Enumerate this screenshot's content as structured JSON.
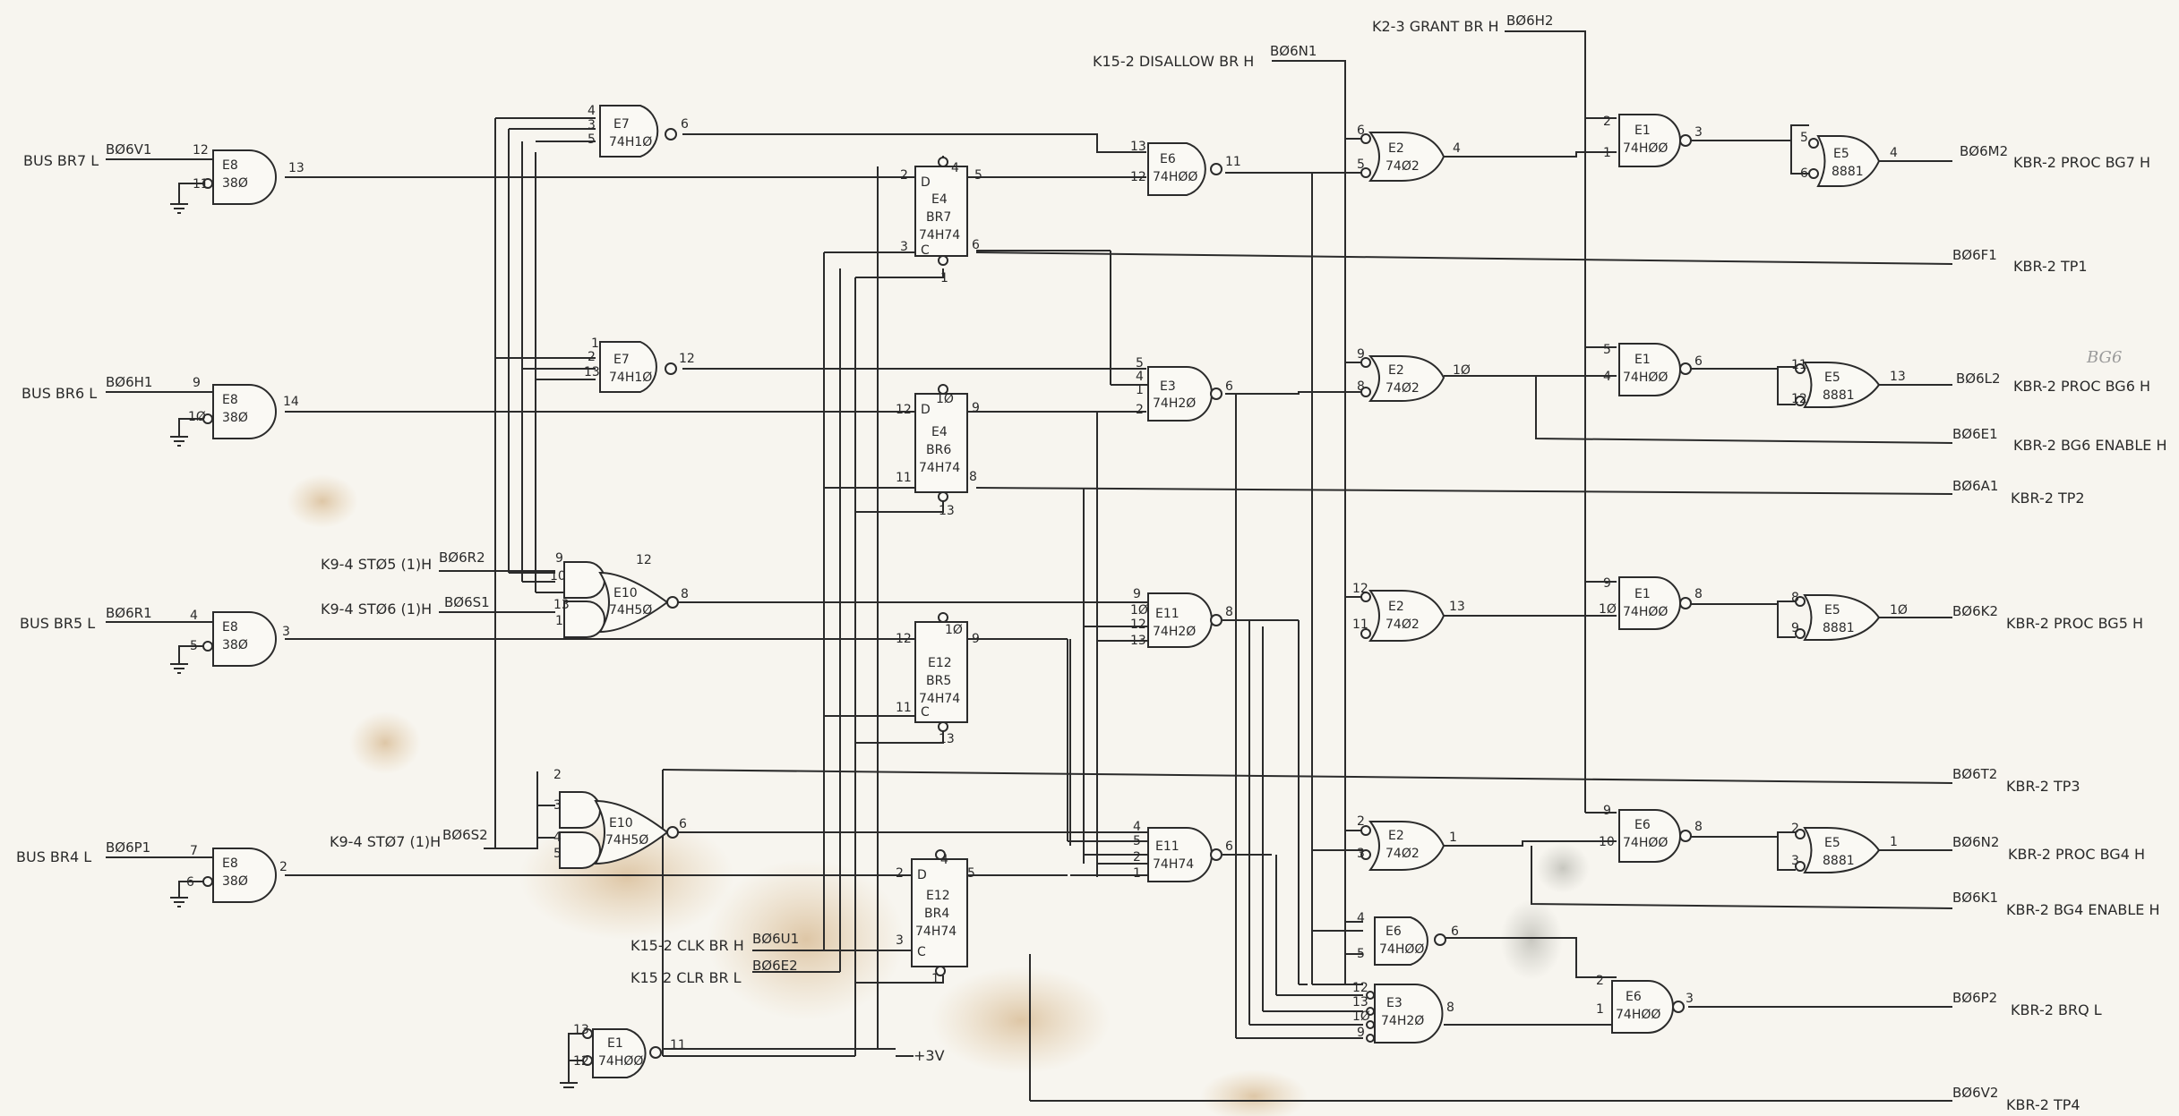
{
  "signals": {
    "k2_3": "K2-3 GRANT BR H",
    "b06h2": "BØ6H2",
    "k15_2dis": "K15-2 DISALLOW BR H",
    "b06n1": "BØ6N1",
    "bus_br7": "BUS BR7 L",
    "b06v1": "BØ6V1",
    "bus_br6": "BUS BR6 L",
    "b06h1": "BØ6H1",
    "bus_br5": "BUS BR5 L",
    "b06r1": "BØ6R1",
    "bus_br4": "BUS BR4 L",
    "b06p1": "BØ6P1",
    "k9_st05": "K9-4 STØ5 (1)H",
    "b06r2": "BØ6R2",
    "k9_st06": "K9-4 STØ6 (1)H",
    "b06s1": "BØ6S1",
    "k9_st07": "K9-4 STØ7 (1)H",
    "b06s2": "BØ6S2",
    "k15_clk": "K15-2 CLK BR H",
    "b06u1": "BØ6U1",
    "k15_clr": "K15 2 CLR BR L",
    "b06e2": "BØ6E2",
    "plus3v": "+3V",
    "out1_id": "BØ6M2",
    "out1_name": "KBR-2 PROC BG7 H",
    "out2_id": "BØ6F1",
    "out2_name": "KBR-2 TP1",
    "out3_id": "BØ6L2",
    "out3_name": "KBR-2 PROC BG6 H",
    "out4_id": "BØ6E1",
    "out4_name": "KBR-2 BG6 ENABLE H",
    "out5_id": "BØ6A1",
    "out5_name": "KBR-2 TP2",
    "out6_id": "BØ6K2",
    "out6_name": "KBR-2 PROC BG5 H",
    "out7_id": "BØ6T2",
    "out7_name": "KBR-2 TP3",
    "out8_id": "BØ6N2",
    "out8_name": "KBR-2 PROC BG4 H",
    "out9_id": "BØ6K1",
    "out9_name": "KBR-2 BG4 ENABLE H",
    "out10_id": "BØ6P2",
    "out10_name": "KBR-2 BRQ L",
    "out11_id": "BØ6V2",
    "out11_name": "KBR-2 TP4",
    "note_bg6": "BG6"
  },
  "gates": {
    "e8": "E8",
    "c380": "38Ø",
    "e7": "E7",
    "c74h10": "74H1Ø",
    "e10": "E10",
    "c74h50": "74H5Ø",
    "e4": "E4",
    "br7": "BR7",
    "br6": "BR6",
    "e12": "E12",
    "br5": "BR5",
    "br4": "BR4",
    "c74h74": "74H74",
    "e6": "E6",
    "c74h00": "74HØØ",
    "e3": "E3",
    "c74h20": "74H2Ø",
    "e11": "E11",
    "e2": "E2",
    "c7402": "74Ø2",
    "e1": "E1",
    "e5": "E5",
    "c8881": "8881"
  }
}
